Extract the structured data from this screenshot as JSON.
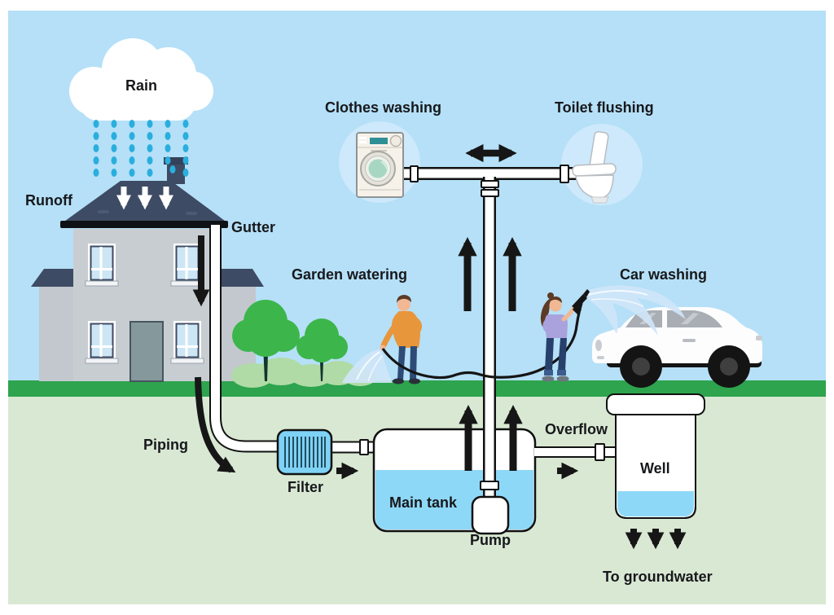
{
  "diagram": {
    "type": "rainwater-harvesting-infographic",
    "labels": {
      "rain": "Rain",
      "runoff": "Runoff",
      "gutter": "Gutter",
      "clothes_washing": "Clothes washing",
      "toilet_flushing": "Toilet flushing",
      "garden_watering": "Garden watering",
      "car_washing": "Car washing",
      "piping": "Piping",
      "filter": "Filter",
      "main_tank": "Main tank",
      "pump": "Pump",
      "overflow": "Overflow",
      "well": "Well",
      "to_groundwater": "To groundwater"
    },
    "icons": {
      "cloud": "cloud-icon",
      "rain": "rain-drops",
      "house": "house-illustration",
      "washing_machine": "washing-machine-icon",
      "toilet": "toilet-icon",
      "filter": "striped-filter-box",
      "pump": "rounded-pump-box",
      "well": "well-container",
      "tank": "main-tank-container",
      "car": "car-illustration",
      "people": [
        "garden-watering-person",
        "car-washing-person"
      ],
      "arrows": "black-flow-arrows"
    },
    "colors": {
      "sky": "#b5e0f7",
      "icon_circle": "#cde9fb",
      "grass": "#2da44d",
      "underground": "#d9e8d3",
      "water_blue": "#8ed8f7",
      "filter_blue": "#7ed2f5",
      "rain_drop": "#2aaede",
      "roof_navy": "#3e4b64",
      "wall_grey": "#c8cdd2",
      "arrow_black": "#161616",
      "tree_green": "#3cb54a",
      "bush_green": "#b0dba6",
      "sweater_orange": "#e8963c",
      "blouse_purple": "#a9a2dc",
      "jeans_navy": "#2d4b76"
    }
  }
}
